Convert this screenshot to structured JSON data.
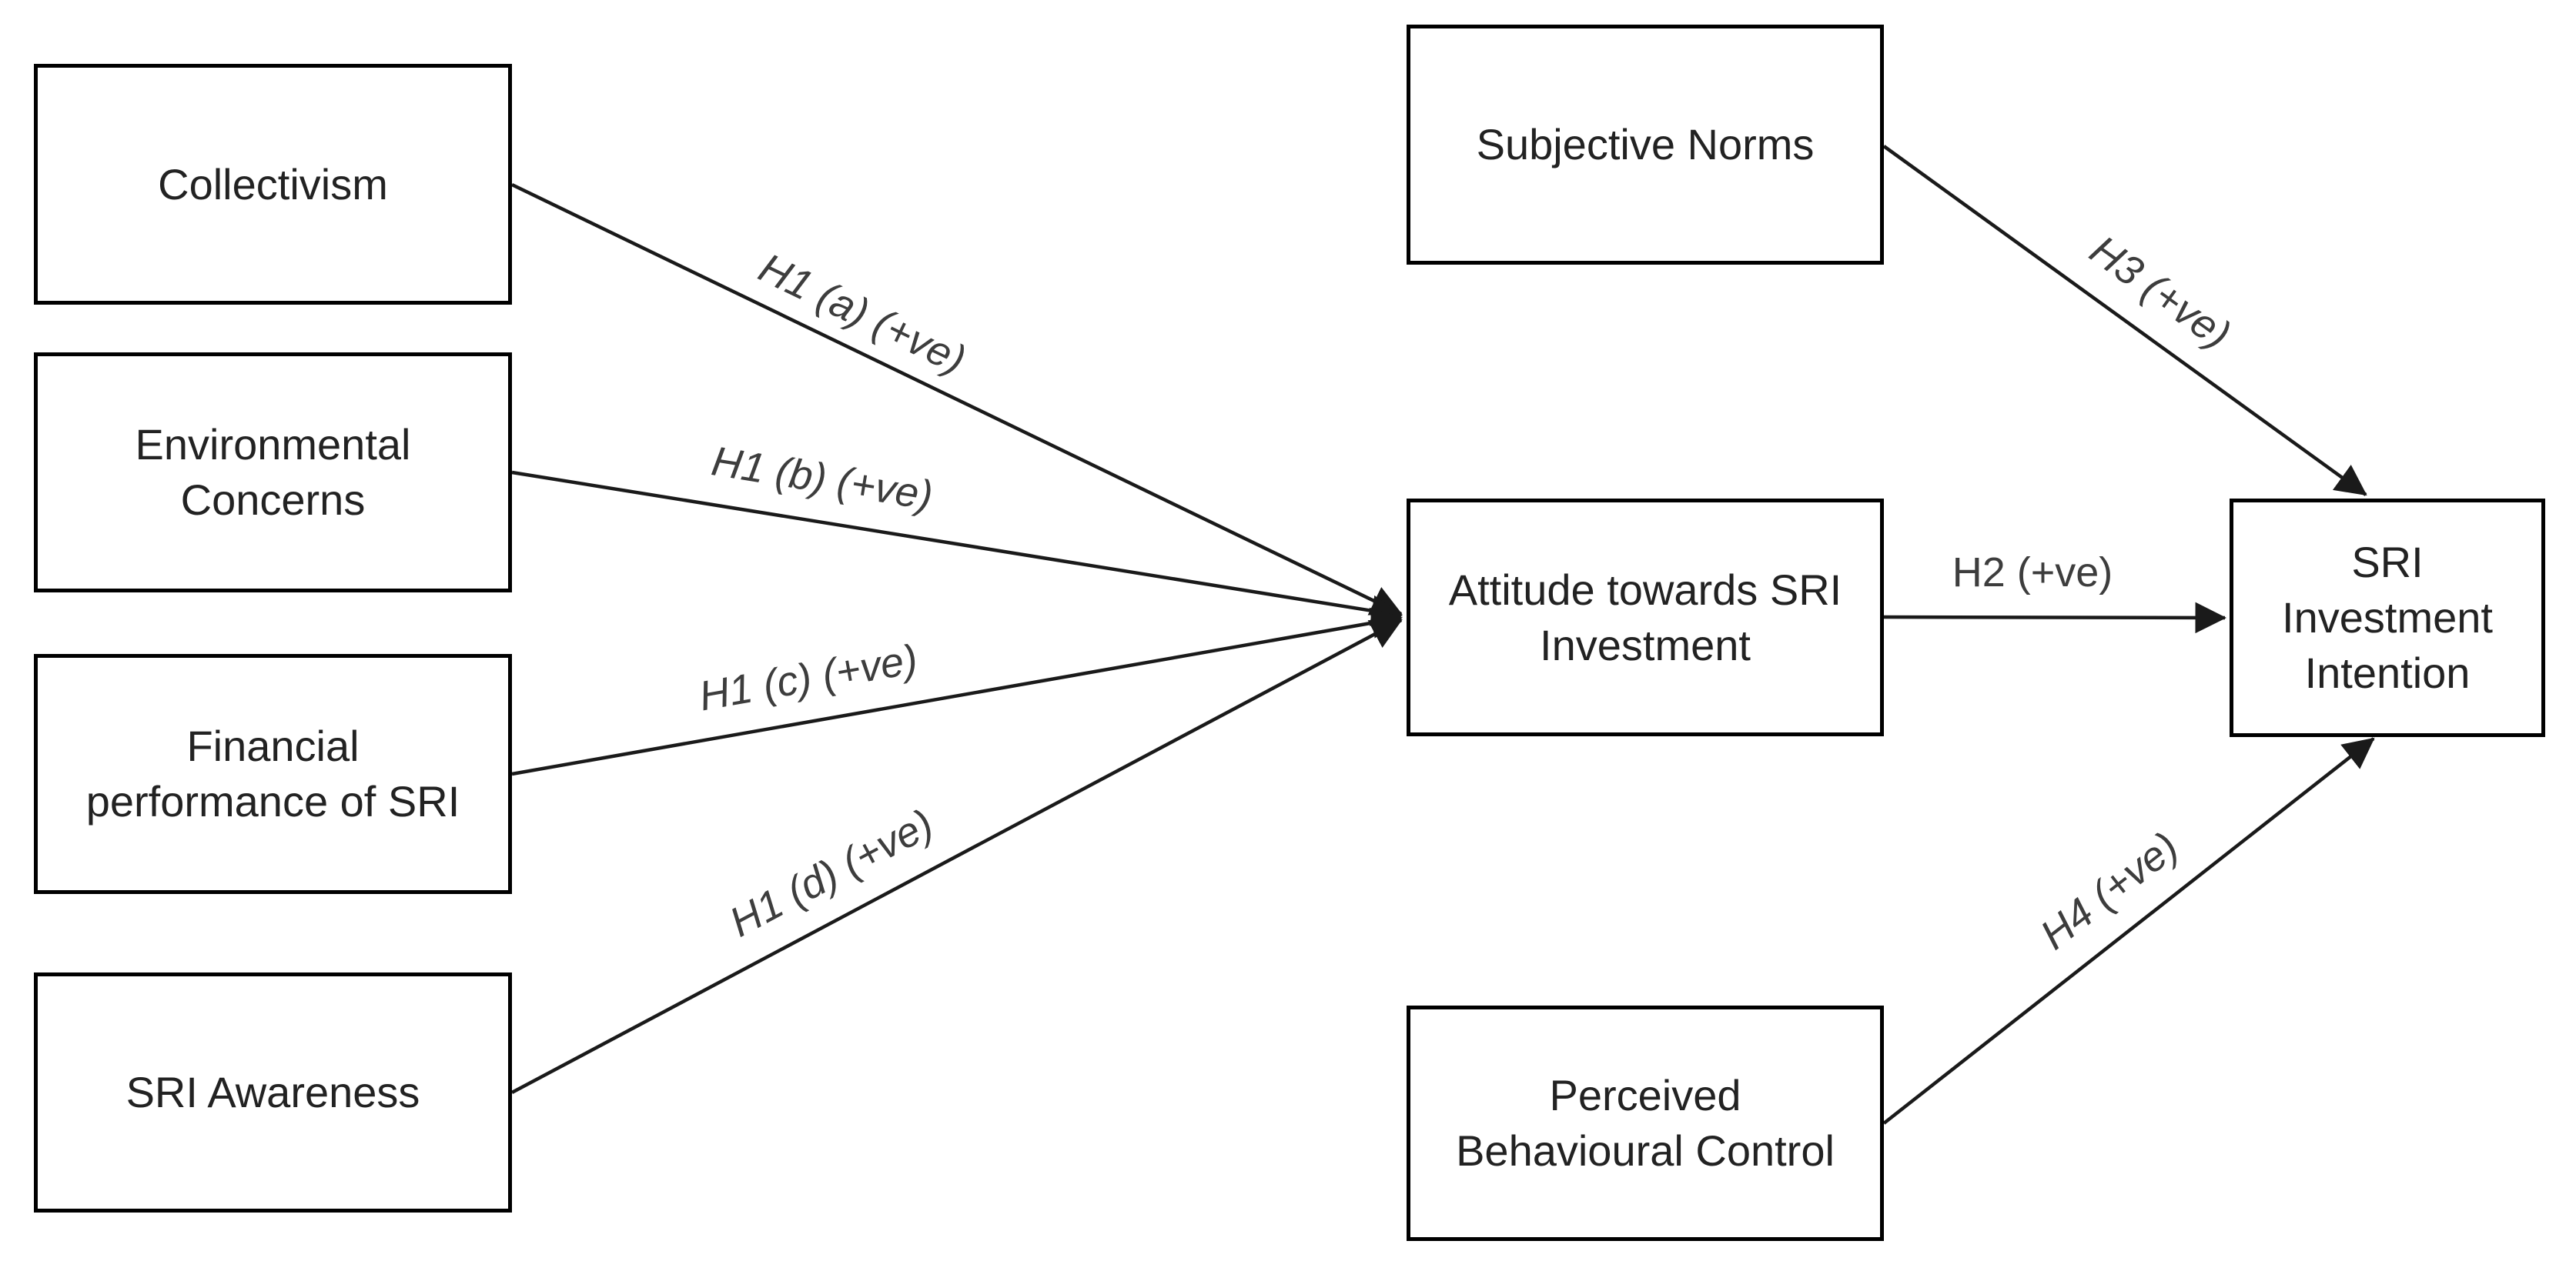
{
  "figure": {
    "colors": {
      "line": "#1a1a1a",
      "border": "#000000",
      "node_text": "#222222",
      "edge_text": "#3d3d3d",
      "background": "#ffffff"
    },
    "nodes": [
      {
        "id": "collectivism",
        "label": "Collectivism"
      },
      {
        "id": "environmental-concerns",
        "label": "Environmental\nConcerns"
      },
      {
        "id": "financial-performance-of-sri",
        "label": "Financial\nperformance of SRI"
      },
      {
        "id": "sri-awareness",
        "label": "SRI Awareness"
      },
      {
        "id": "subjective-norms",
        "label": "Subjective Norms"
      },
      {
        "id": "attitude-towards-sri-investment",
        "label": "Attitude towards SRI\nInvestment"
      },
      {
        "id": "perceived-behavioural-control",
        "label": "Perceived\nBehavioural Control"
      },
      {
        "id": "sri-investment-intention",
        "label": "SRI\nInvestment\nIntention"
      }
    ],
    "edges": [
      {
        "id": "h1a",
        "from": "collectivism",
        "to": "attitude-towards-sri-investment",
        "label": "H1 (a) (+ve)"
      },
      {
        "id": "h1b",
        "from": "environmental-concerns",
        "to": "attitude-towards-sri-investment",
        "label": "H1 (b) (+ve)"
      },
      {
        "id": "h1c",
        "from": "financial-performance-of-sri",
        "to": "attitude-towards-sri-investment",
        "label": "H1 (c) (+ve)"
      },
      {
        "id": "h1d",
        "from": "sri-awareness",
        "to": "attitude-towards-sri-investment",
        "label": "H1 (d) (+ve)"
      },
      {
        "id": "h2",
        "from": "attitude-towards-sri-investment",
        "to": "sri-investment-intention",
        "label": "H2 (+ve)"
      },
      {
        "id": "h3",
        "from": "subjective-norms",
        "to": "sri-investment-intention",
        "label": "H3 (+ve)"
      },
      {
        "id": "h4",
        "from": "perceived-behavioural-control",
        "to": "sri-investment-intention",
        "label": "H4 (+ve)"
      }
    ]
  }
}
